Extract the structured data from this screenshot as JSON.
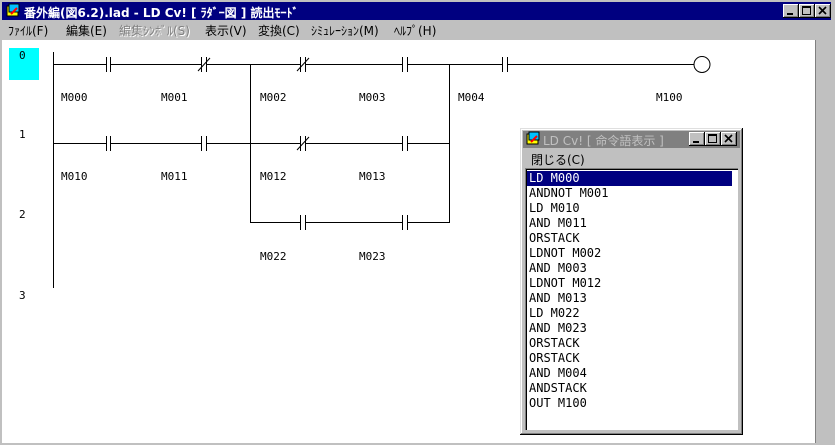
{
  "window": {
    "title": "番外編(図6.2).lad - LD Cv! [ ﾗﾀﾞｰ図 ] 読出ﾓｰﾄﾞ"
  },
  "menu": [
    {
      "label": "ﾌｧｲﾙ(F)",
      "disabled": false
    },
    {
      "label": "編集(E)",
      "disabled": false
    },
    {
      "label": "編集ｼﾝﾎﾞﾙ(S)",
      "disabled": true
    },
    {
      "label": "表示(V)",
      "disabled": false
    },
    {
      "label": "変換(C)",
      "disabled": false
    },
    {
      "label": "ｼﾐｭﾚｰｼｮﾝ(M)",
      "disabled": false
    },
    {
      "label": "ﾍﾙﾌﾟ(H)",
      "disabled": false
    }
  ],
  "rungs": [
    "0",
    "1",
    "2",
    "3"
  ],
  "ladder": {
    "labels": [
      "M000",
      "M001",
      "M002",
      "M003",
      "M004",
      "M100",
      "M010",
      "M011",
      "M012",
      "M013",
      "M022",
      "M023"
    ]
  },
  "subwindow": {
    "title": "LD Cv! [ 命令語表示 ]",
    "menu_close": "閉じる(C)",
    "instructions": [
      "LD  M000",
      "ANDNOT  M001",
      "LD  M010",
      "AND  M011",
      "ORSTACK",
      "LDNOT  M002",
      "AND  M003",
      "LDNOT  M012",
      "AND  M013",
      "LD  M022",
      "AND  M023",
      "ORSTACK",
      "ORSTACK",
      "AND  M004",
      "ANDSTACK",
      "OUT  M100"
    ],
    "selected_index": 0
  }
}
